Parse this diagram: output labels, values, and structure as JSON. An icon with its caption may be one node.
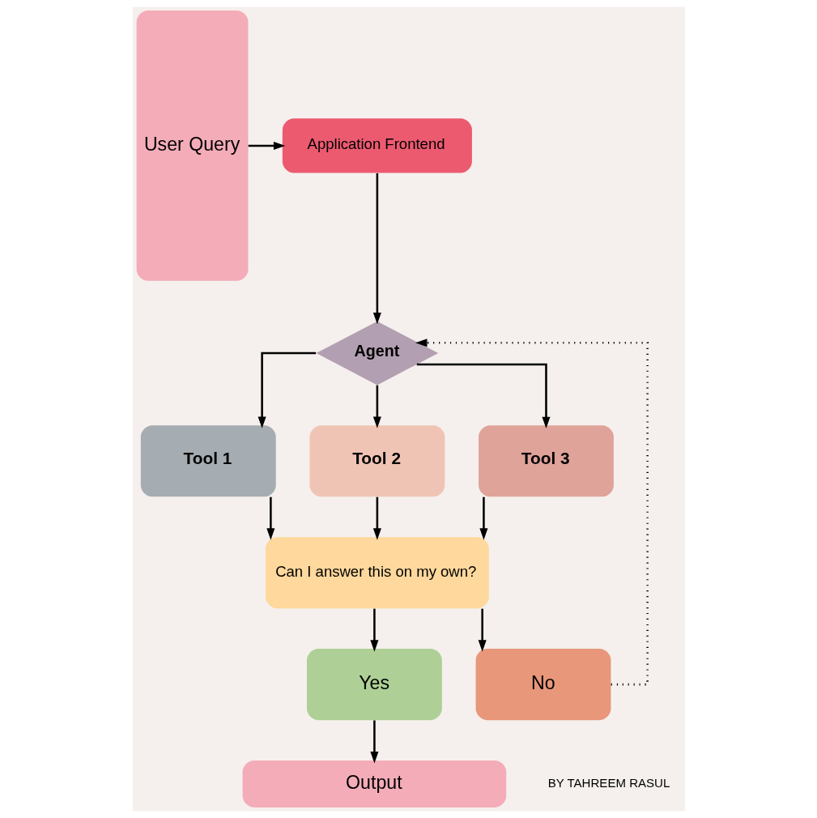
{
  "diagram": {
    "nodes": [
      {
        "text": [
          "User Query"
        ]
      },
      {
        "text": [
          "Application Frontend"
        ]
      },
      {
        "text": [
          "Agent"
        ]
      },
      {
        "text": [
          "Tool 1"
        ]
      },
      {
        "text": [
          "Tool 2"
        ]
      },
      {
        "text": [
          "Tool 3"
        ]
      },
      {
        "text": [
          "Can I answer this on my own?"
        ]
      },
      {
        "text": [
          "Yes"
        ]
      },
      {
        "text": [
          "No"
        ]
      },
      {
        "text": [
          "Output"
        ]
      }
    ],
    "edges": [
      {
        "from": 0,
        "to": 1,
        "arrow": "to"
      },
      {
        "from": 1,
        "to": 2,
        "arrow": "to"
      },
      {
        "from": 2,
        "to": 3,
        "arrow": "to"
      },
      {
        "from": 2,
        "to": 4,
        "arrow": "to"
      },
      {
        "from": 2,
        "to": 5,
        "arrow": "to"
      },
      {
        "from": 3,
        "to": 6,
        "arrow": "to"
      },
      {
        "from": 4,
        "to": 6,
        "arrow": "to"
      },
      {
        "from": 5,
        "to": 6,
        "arrow": "to"
      },
      {
        "from": 6,
        "to": 7,
        "arrow": "to"
      },
      {
        "from": 6,
        "to": 8,
        "arrow": "to"
      },
      {
        "from": 7,
        "to": 9,
        "arrow": "to"
      },
      {
        "from": 8,
        "to": 2,
        "arrow": "to",
        "style": "dashed"
      }
    ],
    "labels": [
      "BY TAHREEM RASUL"
    ]
  }
}
